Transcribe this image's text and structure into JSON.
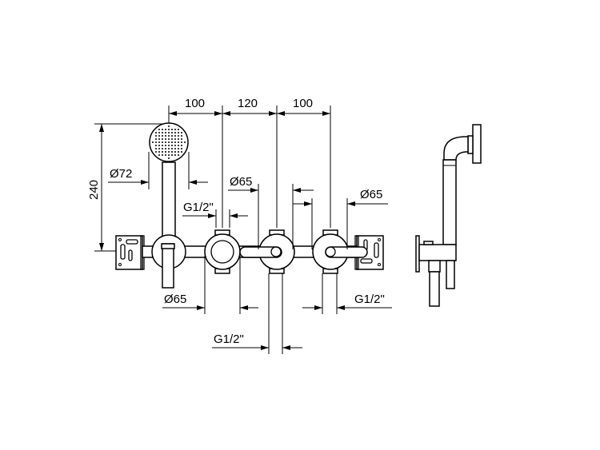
{
  "dimensions": {
    "top": [
      "100",
      "120",
      "100"
    ],
    "height": "240",
    "head_diameter": "Ø72",
    "valve_diameter_mid": "Ø65",
    "valve_diameter_right": "Ø65",
    "valve_diameter_bottom": "Ø65",
    "thread_upper": "G1/2\"",
    "thread_bottom_right": "G1/2\"",
    "thread_bottom_center": "G1/2\""
  }
}
